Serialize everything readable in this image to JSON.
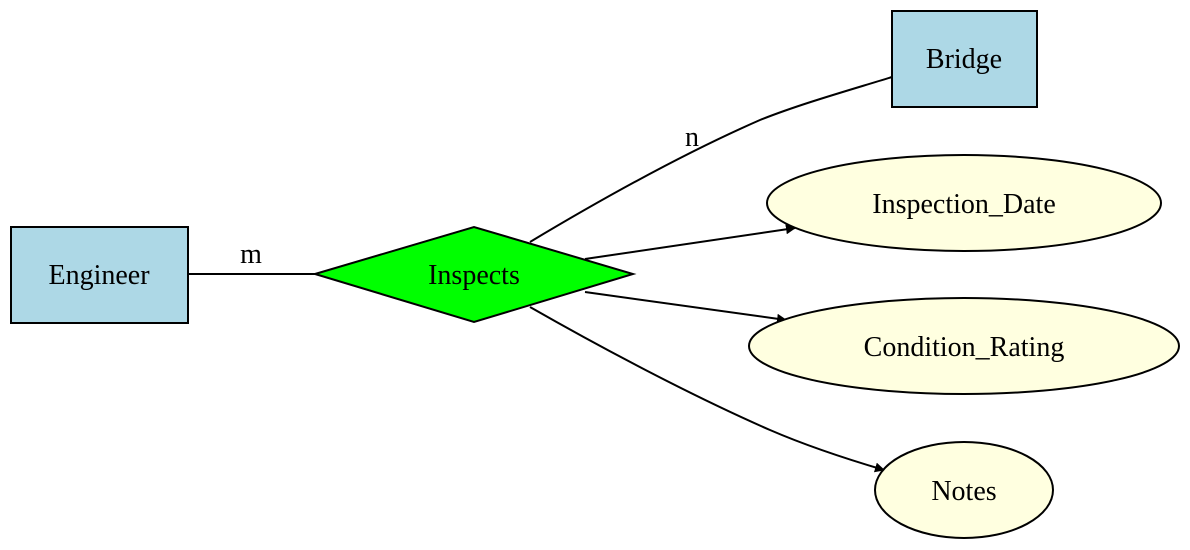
{
  "entities": {
    "engineer": "Engineer",
    "bridge": "Bridge"
  },
  "relationship": "Inspects",
  "attributes": {
    "inspection_date": "Inspection_Date",
    "condition_rating": "Condition_Rating",
    "notes": "Notes"
  },
  "cardinality": {
    "engineer": "m",
    "bridge": "n"
  },
  "colors": {
    "entity": "#add8e6",
    "relationship": "#00ff00",
    "attribute": "#ffffe0"
  }
}
